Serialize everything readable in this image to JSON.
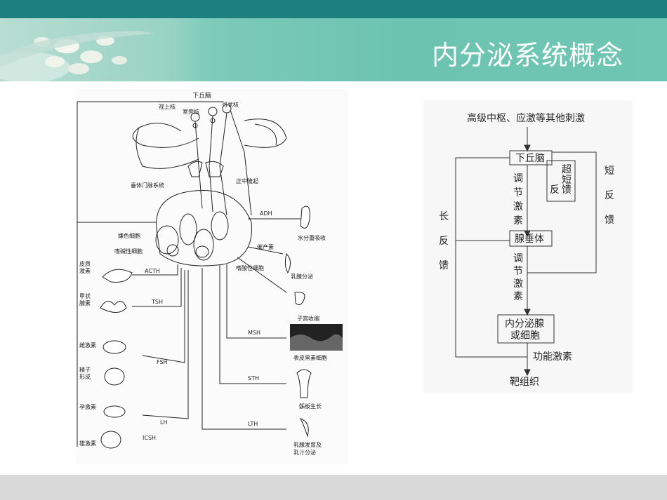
{
  "slide": {
    "title": "内分泌系统概念"
  },
  "left_figure": {
    "labels": {
      "hypothalamus": "下丘脑",
      "paraventricular_nucleus": "视上核",
      "supraoptic_nucleus": "室旁核",
      "arcuate_nucleus": "弓状核",
      "median_eminence": "正中隆起",
      "portal_system": "垂体门脉系统",
      "chromophobe_cell": "嫌色细胞",
      "basophil_cell": "嗜碱性细胞",
      "acidophil_cell": "嗜酸性细胞",
      "adh": "ADH",
      "water_reabsorption": "水分重吸收",
      "oxytocin": "催产素",
      "milk_secretion": "乳腺分泌",
      "uterine_contraction": "子宫收缩",
      "msh": "MSH",
      "melanocyte": "表皮黑素细胞",
      "sth": "STH",
      "bone_growth": "骺板生长",
      "lth": "LTH",
      "breast_development_1": "乳腺发育及",
      "breast_development_2": "乳汁分泌",
      "cortex_hormone_1": "皮质",
      "cortex_hormone_2": "激素",
      "acth": "ACTH",
      "thyroid_hormone_1": "甲状",
      "thyroid_hormone_2": "腺素",
      "tsh": "TSH",
      "estrogen": "雌激素",
      "fsh": "FSH",
      "sperm_formation_1": "精子",
      "sperm_formation_2": "形成",
      "progesterone": "孕激素",
      "lh": "LH",
      "icsh": "ICSH",
      "androgen": "雄激素",
      "feedback_1": "反",
      "feedback_2": "馈"
    }
  },
  "right_figure": {
    "top_input": "高级中枢、应激等其他刺激",
    "hypothalamus": "下丘脑",
    "regulatory_hormone": [
      "调",
      "节",
      "激",
      "素"
    ],
    "pituitary": "腺垂体",
    "endocrine_gland_1": "内分泌腺",
    "endocrine_gland_2": "或细胞",
    "functional_hormone": "功能激素",
    "target_tissue": "靶组织",
    "long_feedback": [
      "长",
      "反",
      "馈"
    ],
    "short_feedback": [
      "短",
      "反",
      "馈"
    ],
    "ultra_short_feedback": [
      "超",
      "短",
      "反",
      "馈"
    ]
  }
}
